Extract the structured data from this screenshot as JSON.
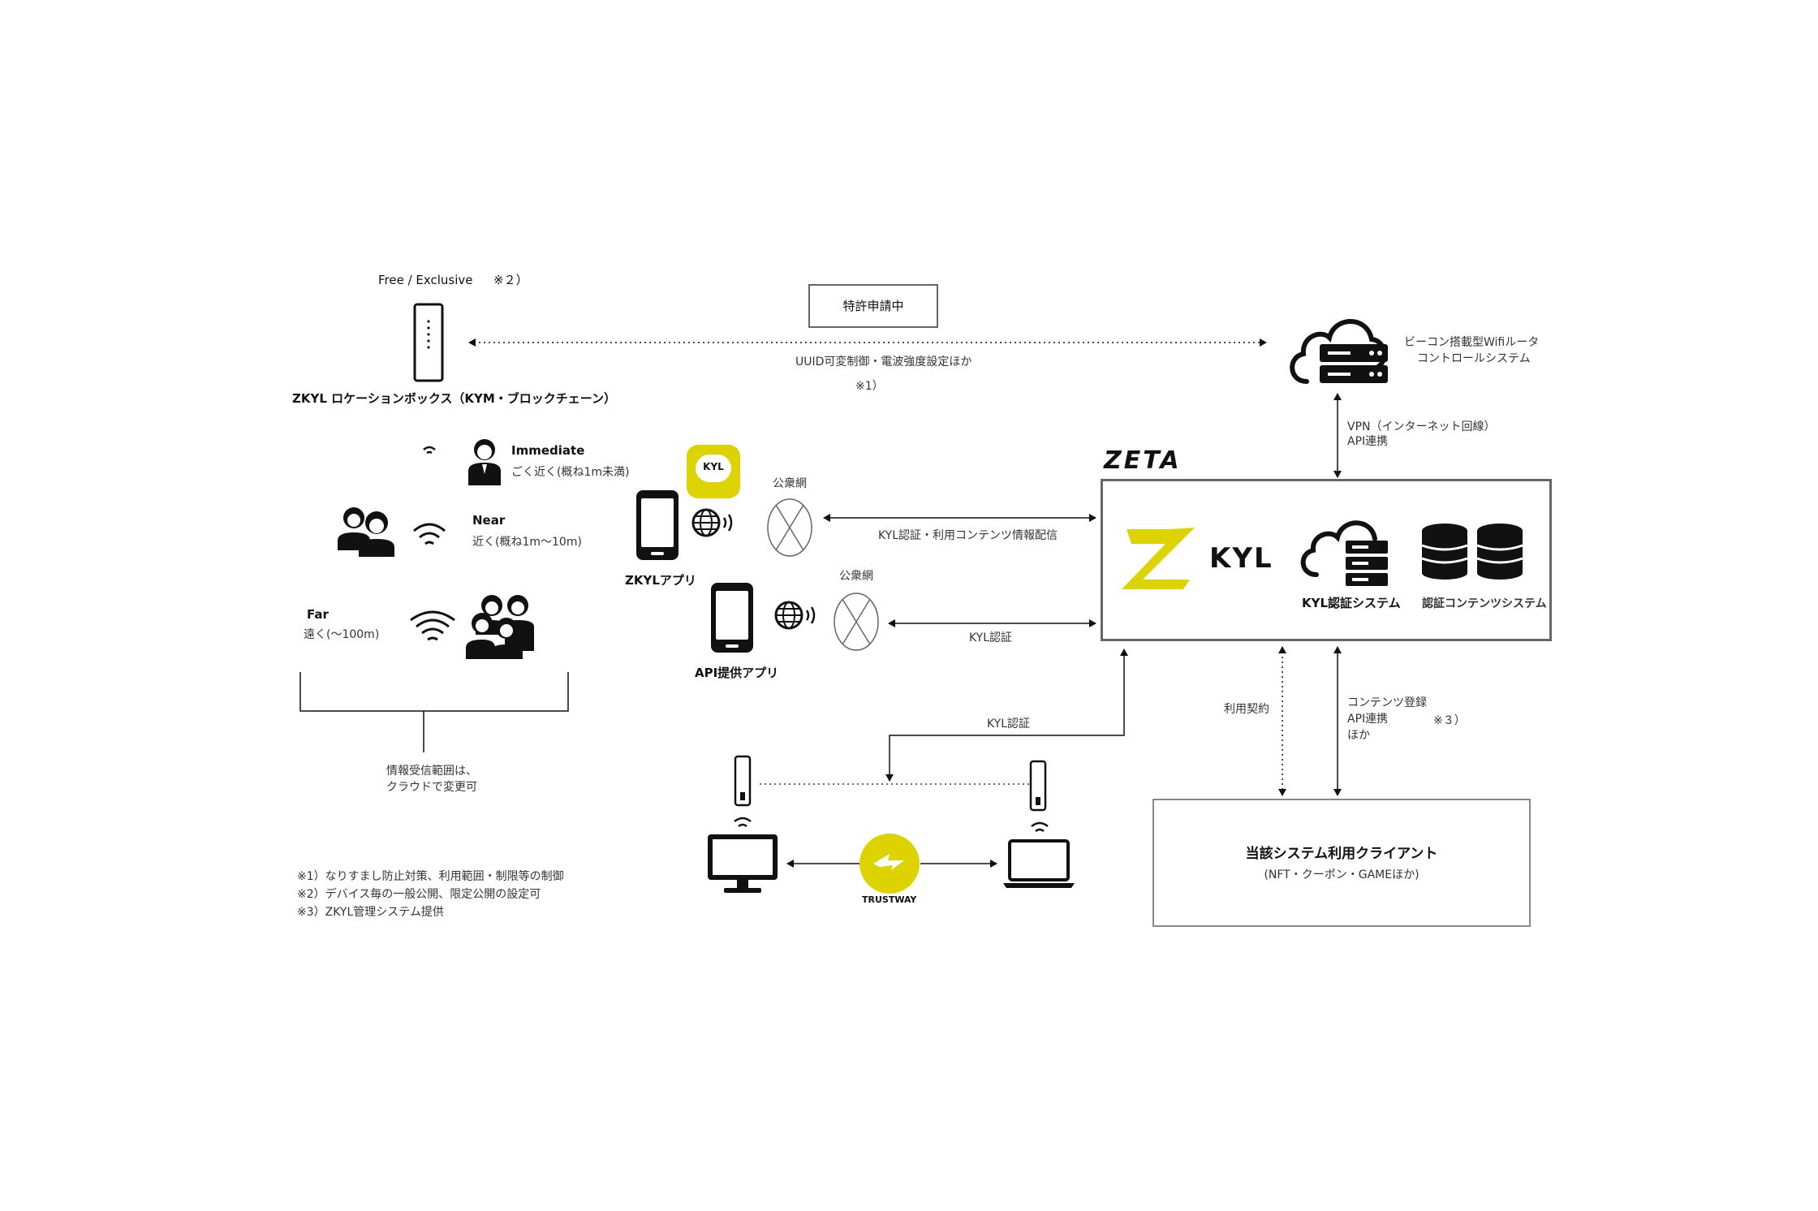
{
  "top": {
    "free_exclusive": "Free /  Exclusive",
    "note2_ref": "※２）",
    "patent_badge": "特許申請中",
    "uuid_caption": "UUID可変制御・電波強度設定ほか",
    "note1_ref": "※1）",
    "router_caption_line1": "ビーコン搭載型Wifiルータ",
    "router_caption_line2": "コントロールシステム",
    "location_box_title": "ZKYL ロケーションボックス（KYM・ブロックチェーン）"
  },
  "ranges": {
    "immediate_label": "Immediate",
    "immediate_desc": "ごく近く(概ね1m未満)",
    "near_label": "Near",
    "near_desc": "近く(概ね1m〜10m)",
    "far_label": "Far",
    "far_desc": "遠く(〜100m)",
    "bracket_caption_line1": "情報受信範囲は、",
    "bracket_caption_line2": "クラウドで変更可"
  },
  "apps": {
    "kyl_icon_text": "KYL",
    "zkyl_app_label": "ZKYLアプリ",
    "api_app_label": "API提供アプリ",
    "public_net_1": "公衆網",
    "public_net_2": "公衆網",
    "link_zkyl": "KYL認証・利用コンテンツ情報配信",
    "link_api": "KYL認証"
  },
  "zeta": {
    "logo_text": "ZETA",
    "zkyl_logo_text": "KYL",
    "auth_system_label": "KYL認証システム",
    "content_system_label": "認証コンテンツシステム",
    "vpn_line1": "VPN（インターネット回線）",
    "vpn_line2": "API連携"
  },
  "bottom": {
    "kyl_auth_label": "KYL認証",
    "usage_contract": "利用契約",
    "content_reg_line1": "コンテンツ登録",
    "content_reg_line2": "API連携",
    "content_reg_line3": "ほか",
    "note3_ref": "※３）",
    "trustway_label": "TRUSTWAY",
    "client_title": "当該システム利用クライアント",
    "client_sub": "(NFT・クーポン・GAMEほか)"
  },
  "footnotes": [
    "※1）なりすまし防止対策、利用範囲・制限等の制御",
    "※2）デバイス毎の一般公開、限定公開の設定可",
    "※3）ZKYL管理システム提供"
  ],
  "colors": {
    "accent_yellow": "#dcd300",
    "line": "#111111",
    "box_border": "#666666"
  }
}
